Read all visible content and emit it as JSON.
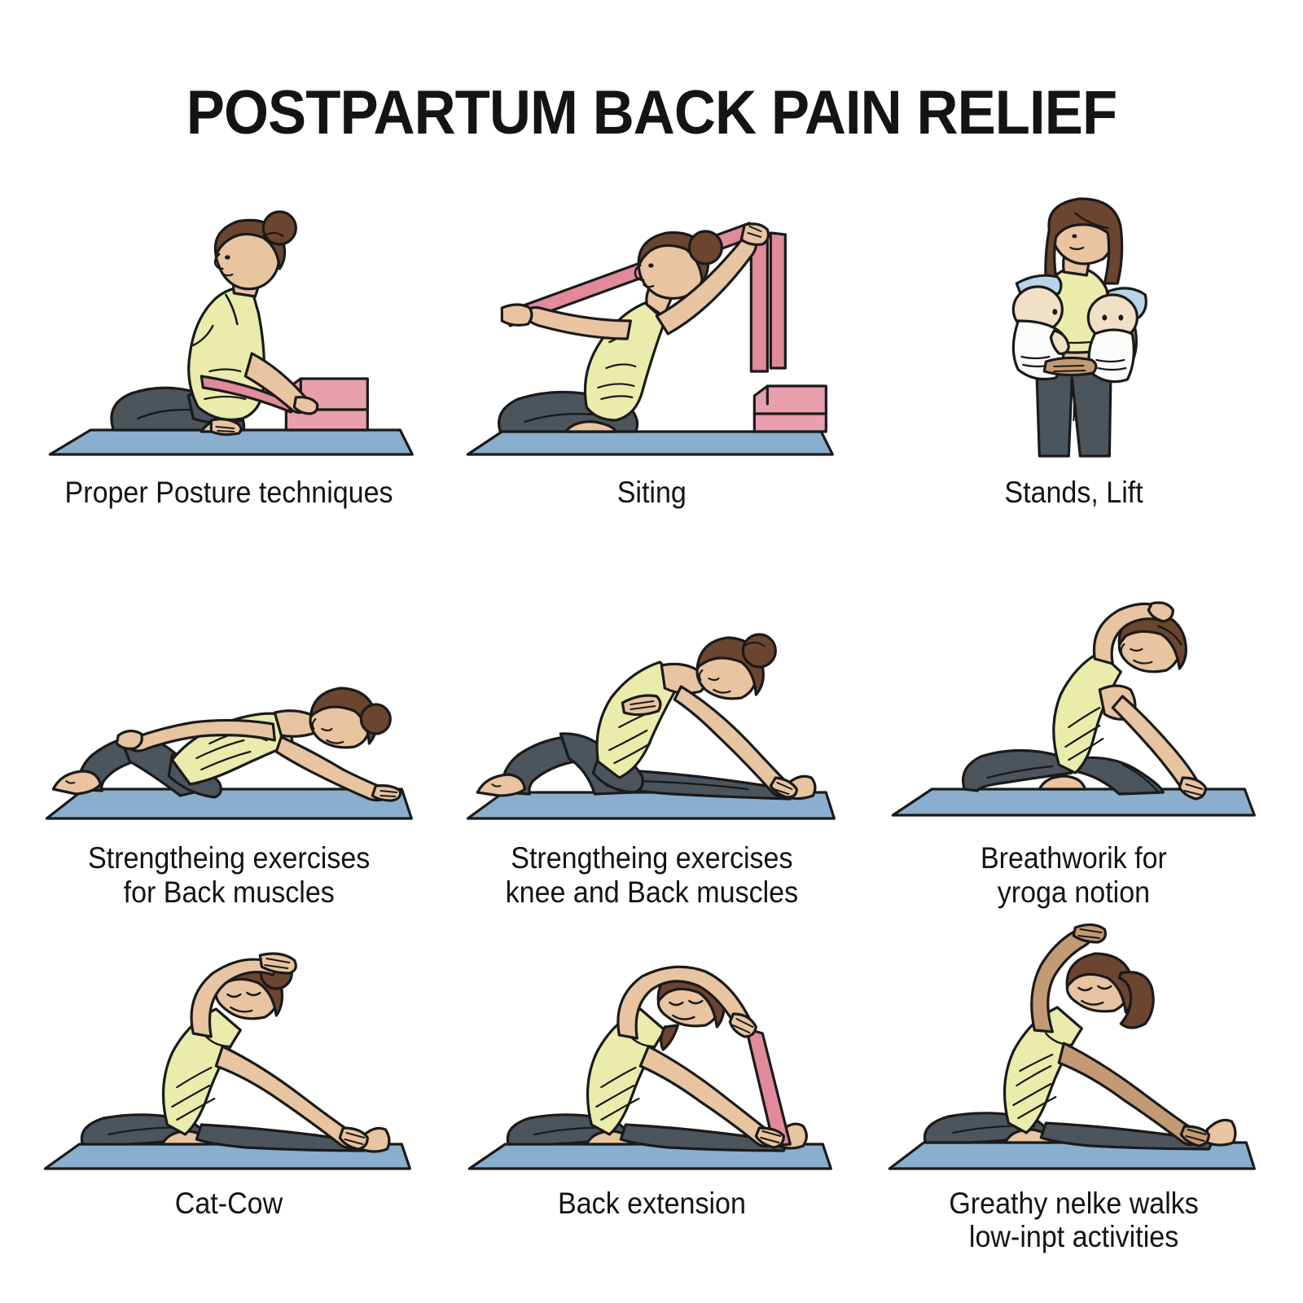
{
  "title": "POSTPARTUM BACK PAIN RELIEF",
  "palette": {
    "outline": "#1a1a1a",
    "skin": "#e8c4a0",
    "skin_shadow": "#c79b76",
    "skin_dark": "#c49a74",
    "top_yellow": "#e9ecab",
    "top_yellow_dark": "#dde09a",
    "leggings": "#4c545c",
    "leggings_dark": "#3c434a",
    "hair": "#6b4530",
    "hair_dark": "#553524",
    "mat_blue": "#8aaecd",
    "mat_blue_dark": "#7b9dbb",
    "band_pink": "#e08a9c",
    "block_pink": "#e8a0ae",
    "block_pink_dark": "#dd8f9f",
    "swaddle_white": "#fbfbf9",
    "swaddle_blue": "#b8d4ea",
    "background": "#ffffff"
  },
  "panels": [
    {
      "id": "proper-posture",
      "caption": "Proper Posture techniques",
      "scene": "kneeling woman with resistance band anchored to yoga blocks on blue mat",
      "props": [
        "resistance-band",
        "yoga-blocks",
        "yoga-mat"
      ]
    },
    {
      "id": "siting",
      "caption": "Siting",
      "scene": "kneeling woman pulling resistance band overhead with yoga blocks beside",
      "props": [
        "resistance-band",
        "yoga-blocks",
        "yoga-mat"
      ]
    },
    {
      "id": "stands-lift",
      "caption": "Stands, Lift",
      "scene": "standing woman holding two swaddled babies",
      "props": [
        "baby-left",
        "baby-right"
      ]
    },
    {
      "id": "strengthening-back",
      "caption": "Strengtheing exercises\nfor Back muscles",
      "scene": "woman reclined on mat with knees bent reaching one arm forward",
      "props": [
        "yoga-mat"
      ]
    },
    {
      "id": "strengthening-knee-back",
      "caption": "Strengtheing exercises\nknee and Back muscles",
      "scene": "seated head-to-knee forward fold reaching for extended foot",
      "props": [
        "yoga-mat"
      ]
    },
    {
      "id": "breathwork-yoga",
      "caption": "Breathworik for\nyroga notion",
      "scene": "seated side bend with hand behind head, short hair",
      "props": [
        "yoga-mat"
      ]
    },
    {
      "id": "cat-cow",
      "caption": "Cat-Cow",
      "scene": "seated side bend with overhead arm reaching toward extended foot",
      "props": [
        "yoga-mat"
      ]
    },
    {
      "id": "back-extension",
      "caption": "Back extension",
      "scene": "seated side bend holding pink strap looped around extended foot",
      "props": [
        "resistance-band",
        "yoga-mat"
      ]
    },
    {
      "id": "gentle-walks",
      "caption": "Greathy nelke walks\nlow-inpt activities",
      "scene": "seated side stretch with arm raised high, ponytail",
      "props": [
        "yoga-mat"
      ]
    }
  ]
}
